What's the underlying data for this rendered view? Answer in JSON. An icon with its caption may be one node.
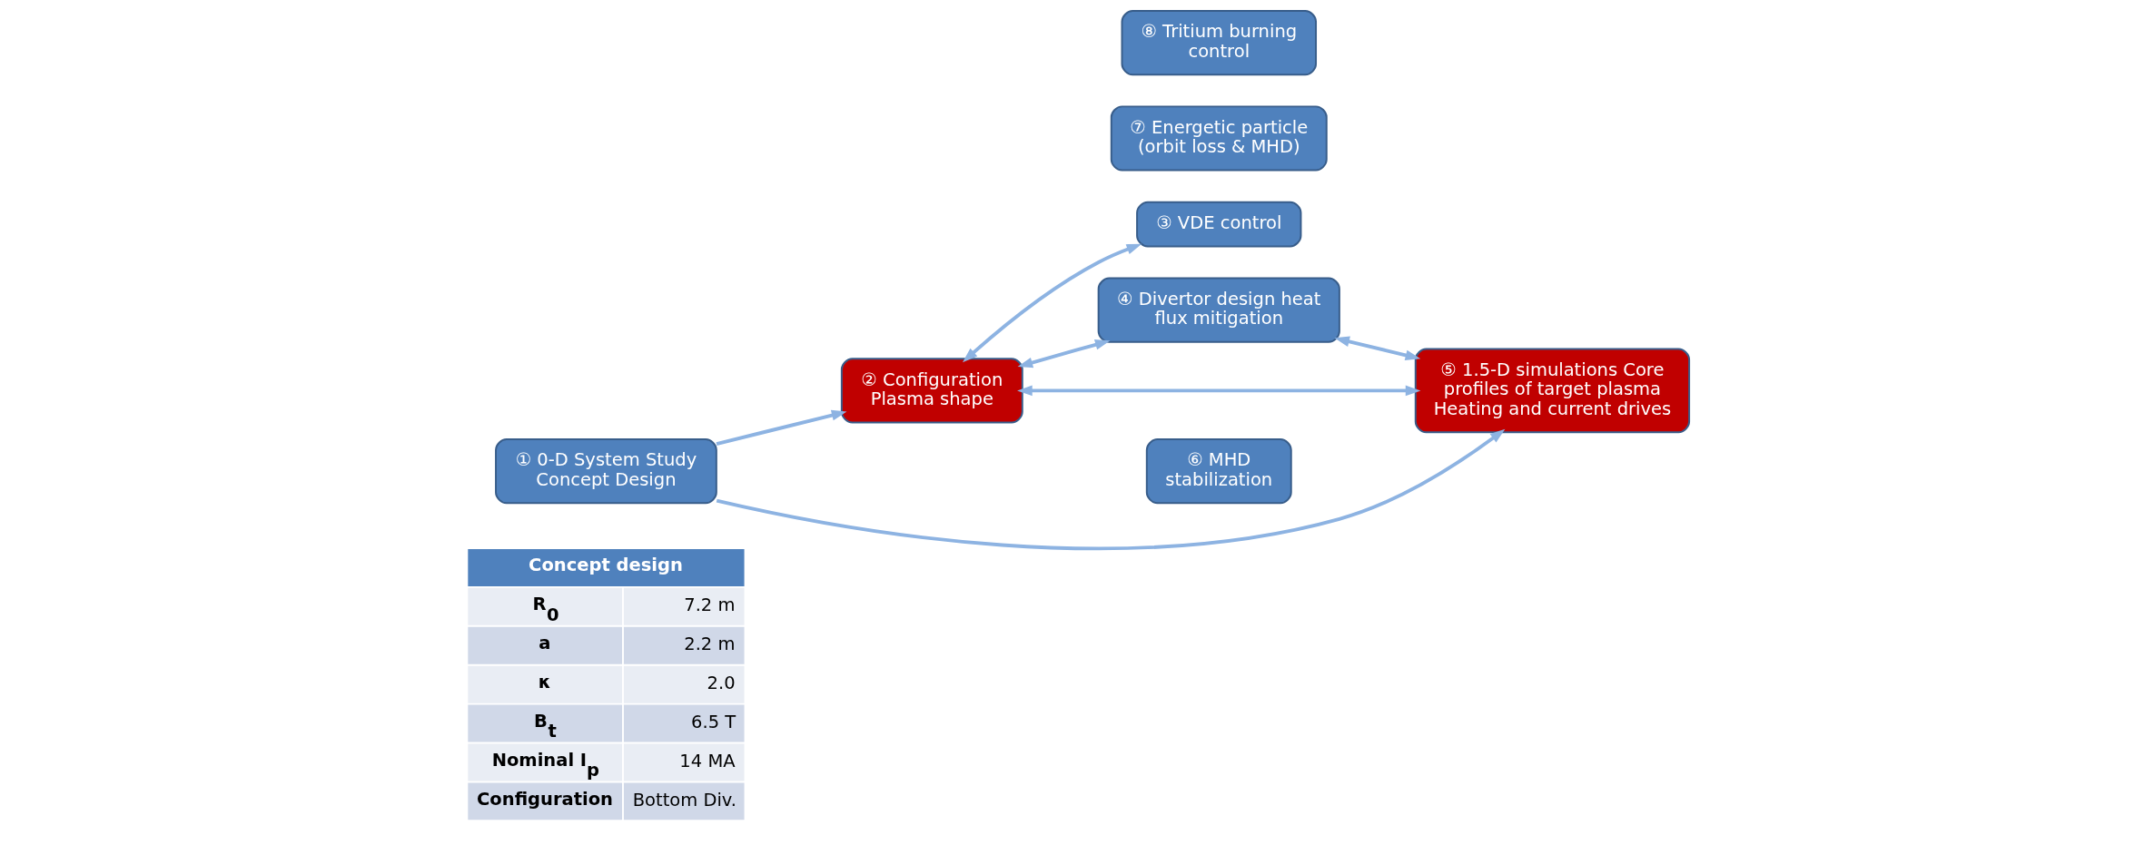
{
  "diagram": {
    "nodes": [
      {
        "text": [
          "① 0-D System Study Concept Design"
        ]
      },
      {
        "text": [
          "② Configuration Plasma shape"
        ]
      },
      {
        "text": [
          "③ VDE control"
        ]
      },
      {
        "text": [
          "④ Divertor design heat flux mitigation"
        ]
      },
      {
        "text": [
          "⑤ 1.5-D simulations Core profiles of target plasma Heating and current drives"
        ]
      },
      {
        "text": [
          "⑥ MHD stabilization"
        ]
      },
      {
        "text": [
          "⑦ Energetic particle (orbit loss & MHD)"
        ]
      },
      {
        "text": [
          "⑧ Tritium burning control"
        ]
      }
    ],
    "edges": [
      {
        "from": 0,
        "to": 1,
        "arrow": "to"
      },
      {
        "from": 0,
        "to": 4,
        "arrow": "to"
      },
      {
        "from": 1,
        "to": 2,
        "arrow": "both"
      },
      {
        "from": 1,
        "to": 3,
        "arrow": "both"
      },
      {
        "from": 1,
        "to": 4,
        "arrow": "both"
      },
      {
        "from": 3,
        "to": 4,
        "arrow": "both"
      }
    ],
    "labels": [
      "Concept design",
      "R$_{0}$",
      "7.2 m",
      "a",
      "2.2 m",
      "κ",
      "2.0",
      "B$_{t}$",
      "6.5 T",
      "Nominal I$_{p}$",
      "14 MA",
      "Configuration",
      "Bottom Div."
    ]
  }
}
